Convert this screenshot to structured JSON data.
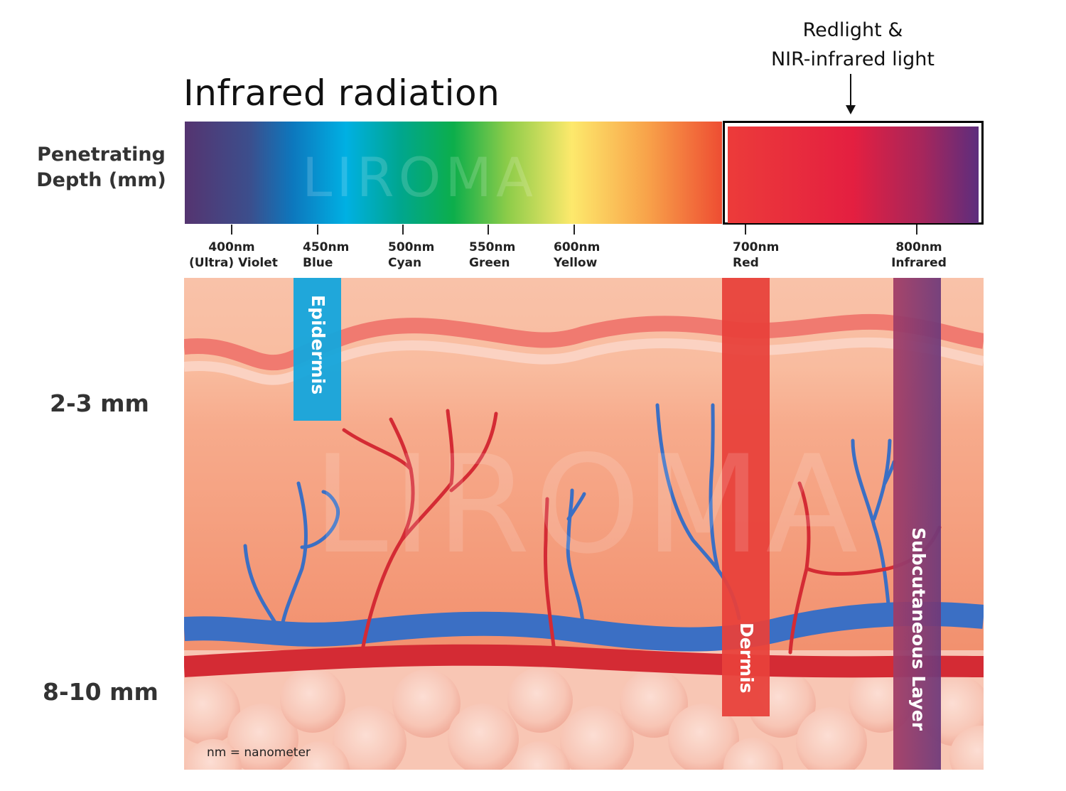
{
  "title": "Infrared radiation",
  "callout": {
    "line1": "Redlight &",
    "line2": "NIR-infrared light"
  },
  "axis_label": {
    "line1": "Penetrating",
    "line2": "Depth (mm)"
  },
  "depth_labels": {
    "shallow": "2-3 mm",
    "deep": "8-10 mm"
  },
  "watermark": "LIROMA",
  "wavelength_ticks": [
    {
      "nm": "400nm",
      "name": "(Ultra) Violet"
    },
    {
      "nm": "450nm",
      "name": "Blue"
    },
    {
      "nm": "500nm",
      "name": "Cyan"
    },
    {
      "nm": "550nm",
      "name": "Green"
    },
    {
      "nm": "600nm",
      "name": "Yellow"
    },
    {
      "nm": "700nm",
      "name": "Red"
    },
    {
      "nm": "800nm",
      "name": "Infrared"
    }
  ],
  "layers": {
    "epidermis": "Epidermis",
    "dermis": "Dermis",
    "subcutaneous": "Subcutaneous Layer"
  },
  "footnote": "nm = nanometer",
  "colors": {
    "blue_beam": "#17a6dc",
    "red_beam": "#e8413a",
    "infrared_beam": "#8a3a6e",
    "vein": "#3b6fc4",
    "artery": "#d42b34",
    "skin_top": "#f9c2a9",
    "skin_mid": "#f2906f"
  }
}
